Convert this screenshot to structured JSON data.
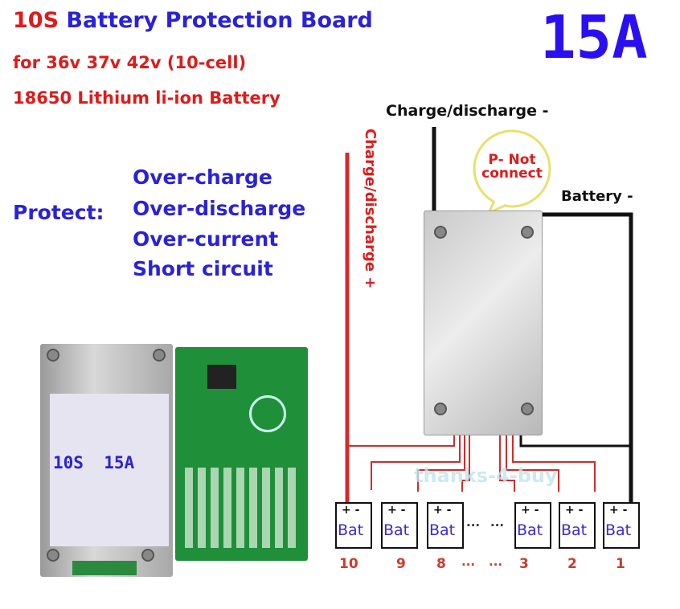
{
  "title": {
    "prefix": "10S",
    "rest": " Battery Protection Board"
  },
  "rating": "15A",
  "subtitle_lines": [
    "for 36v 37v 42v (10-cell)",
    "18650 Lithium li-ion Battery"
  ],
  "protect": {
    "label": "Protect:",
    "items": [
      "Over-charge",
      "Over-discharge",
      "Over-current",
      "Short circuit"
    ]
  },
  "board_label": {
    "cells": "10S",
    "current": "15A"
  },
  "diagram": {
    "charge_discharge_minus": "Charge/discharge -",
    "charge_discharge_plus": "Charge/discharge +",
    "battery_minus": "Battery -",
    "bubble": [
      "P- Not",
      "connect"
    ],
    "watermark": "thanks-4-buy",
    "battery_label": "Bat",
    "battery_terminals": "+ -",
    "ellipsis": "···",
    "battery_numbers": [
      "10",
      "9",
      "8",
      "3",
      "2",
      "1"
    ]
  },
  "colors": {
    "blue": "#2a22d8",
    "red": "#e01a1a",
    "wire_red": "#d42a2a",
    "wire_black": "#111111"
  }
}
